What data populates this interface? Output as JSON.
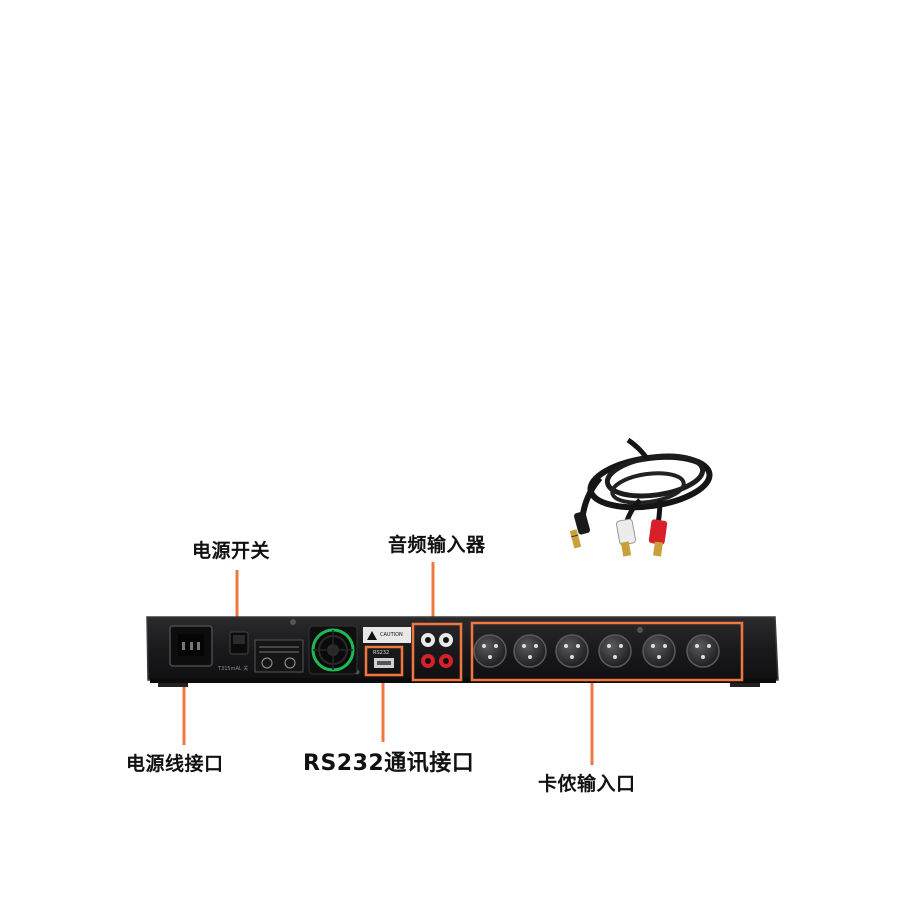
{
  "callouts": {
    "power_switch": "电源开关",
    "audio_input": "音频输入器",
    "power_cord": "电源线接口",
    "rs232": "RS232通讯接口",
    "xlr_input": "卡侬输入口"
  },
  "device_labels": {
    "rs232_port": "RS232",
    "caution": "CAUTION"
  },
  "colors": {
    "callout_line": "#f07840",
    "chassis": "#1c1c1e",
    "chassis_edge": "#3a3a3c",
    "rca_red": "#d8202a",
    "rca_white": "#e8e8e8",
    "fan_ring": "#1db954"
  },
  "icons": {
    "power": "iec-power-socket-icon",
    "switch": "rocker-switch-icon",
    "fan": "cooling-fan-icon",
    "usb": "usb-port-icon",
    "rca": "rca-jack-icon",
    "xlr": "xlr-connector-icon",
    "cable": "rca-cable-icon"
  }
}
